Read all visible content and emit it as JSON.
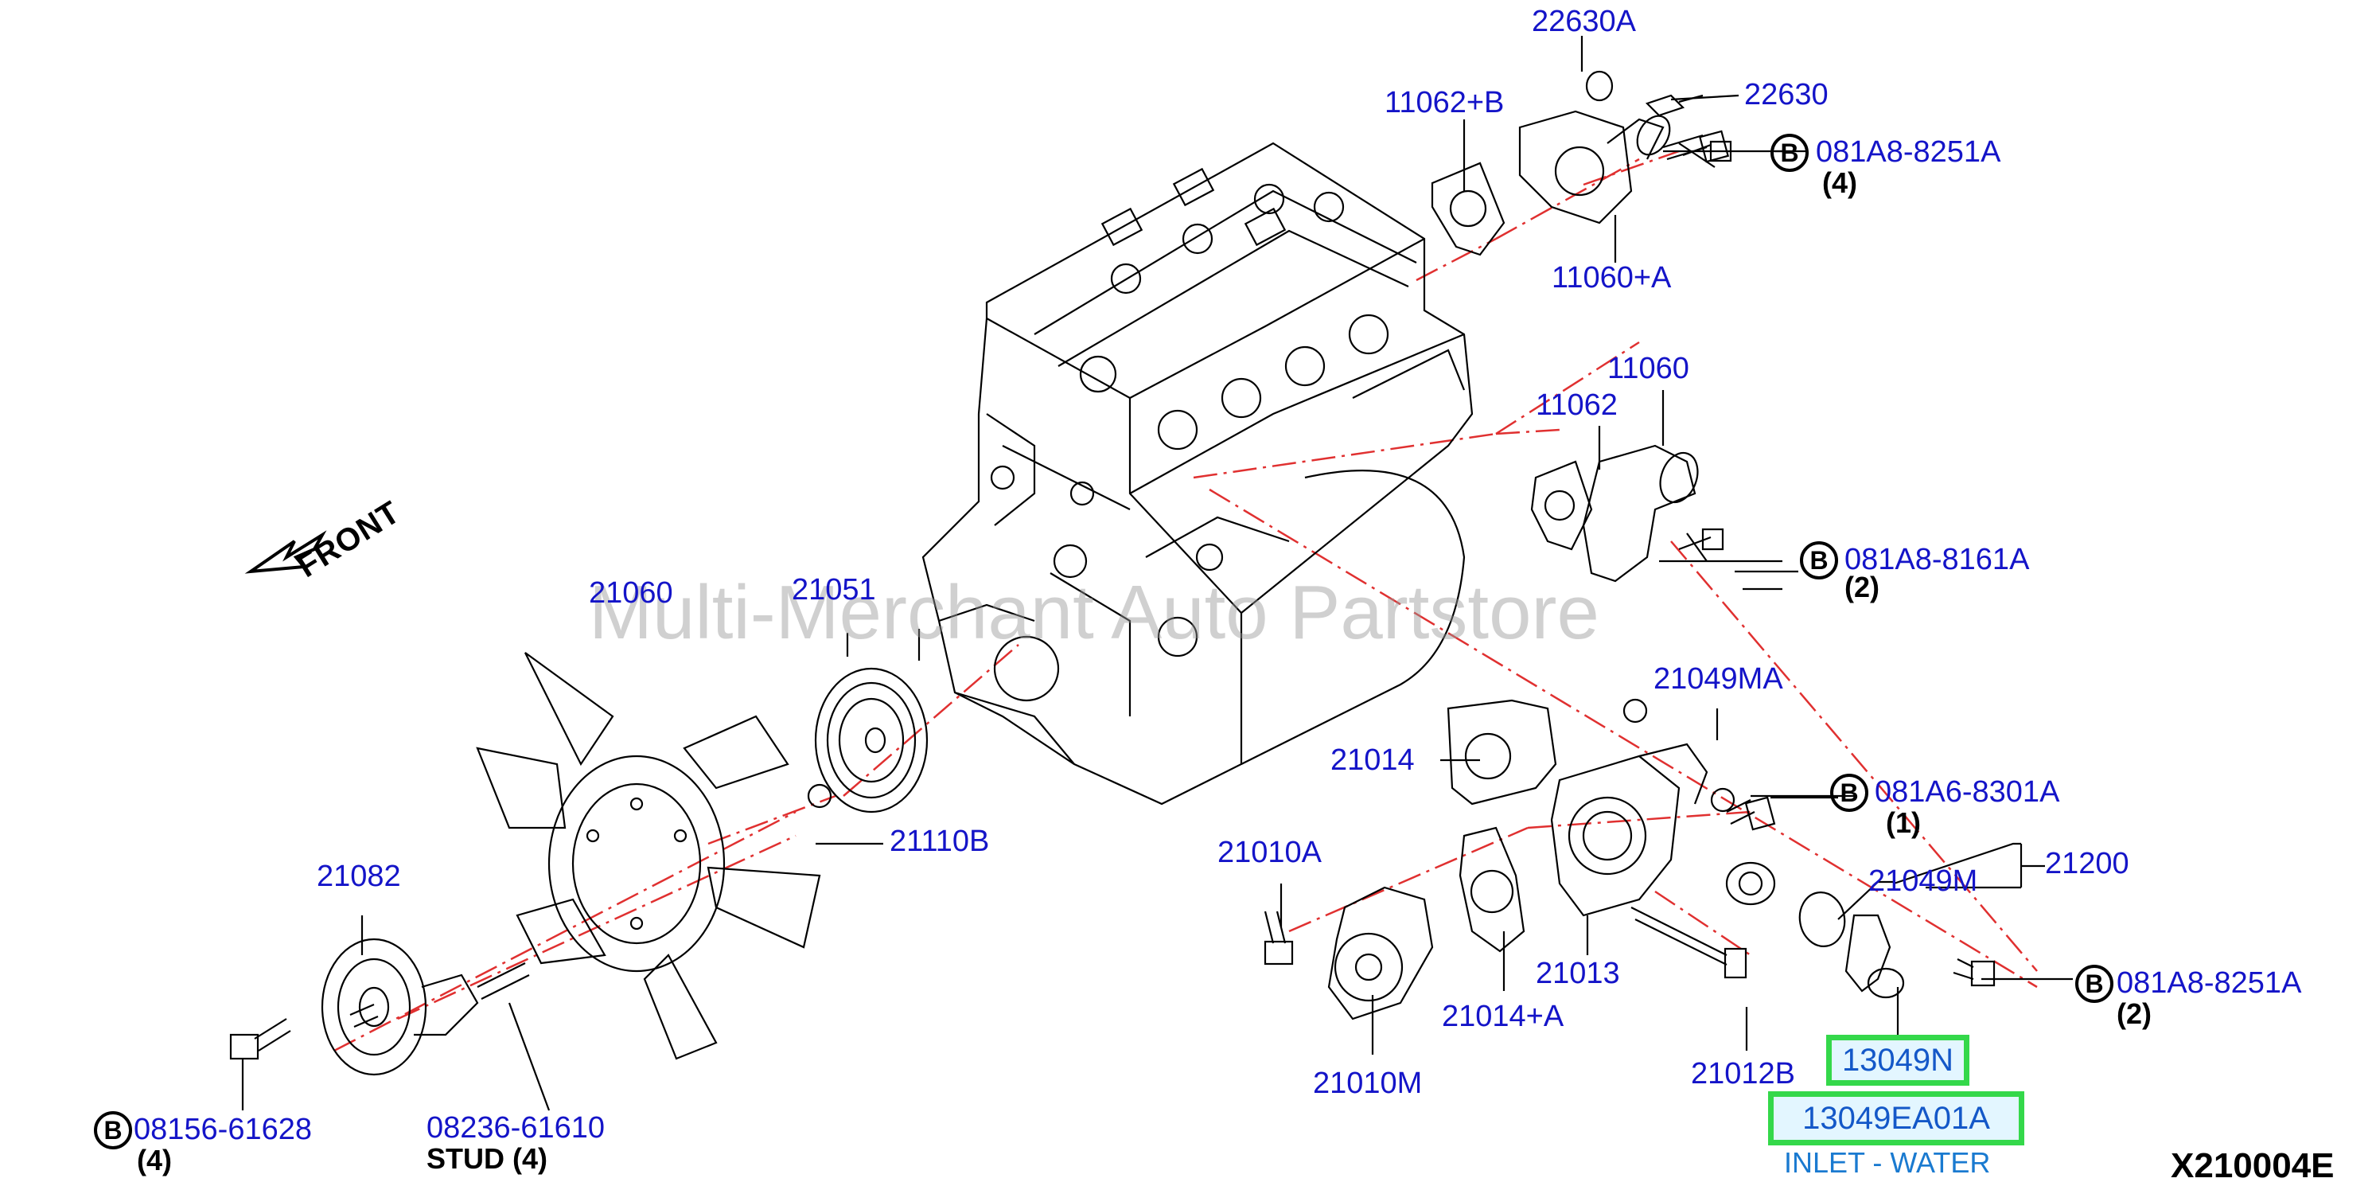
{
  "diagram": {
    "watermark": "Multi-Merchant Auto Partstore",
    "front_label": "FRONT",
    "drawing_code": "X210004E",
    "highlight": {
      "part_13049N": "13049N",
      "part_13049EA01A": "13049EA01A",
      "description": "INLET - WATER"
    },
    "labels": {
      "p22630A": "22630A",
      "p22630": "22630",
      "p11062B": "11062+B",
      "p11060A": "11060+A",
      "p081A8_8251A_top": "081A8-8251A",
      "q4_top": "(4)",
      "p11060": "11060",
      "p11062": "11062",
      "p081A8_8161A": "081A8-8161A",
      "q2_mid": "(2)",
      "p21060": "21060",
      "p21051": "21051",
      "p21049MA": "21049MA",
      "p21014": "21014",
      "p081A6_8301A": "081A6-8301A",
      "q1": "(1)",
      "p21110B": "21110B",
      "p21010A": "21010A",
      "p21049M": "21049M",
      "p21200": "21200",
      "p21082": "21082",
      "p081A8_8251A_bot": "081A8-8251A",
      "q2_bot": "(2)",
      "p21013": "21013",
      "p21014A": "21014+A",
      "p21010M": "21010M",
      "p21012B": "21012B",
      "p08156_61628": "08156-61628",
      "q4_bl": "(4)",
      "p08236_61610": "08236-61610",
      "stud": "STUD (4)",
      "b_symbol": "B"
    }
  }
}
